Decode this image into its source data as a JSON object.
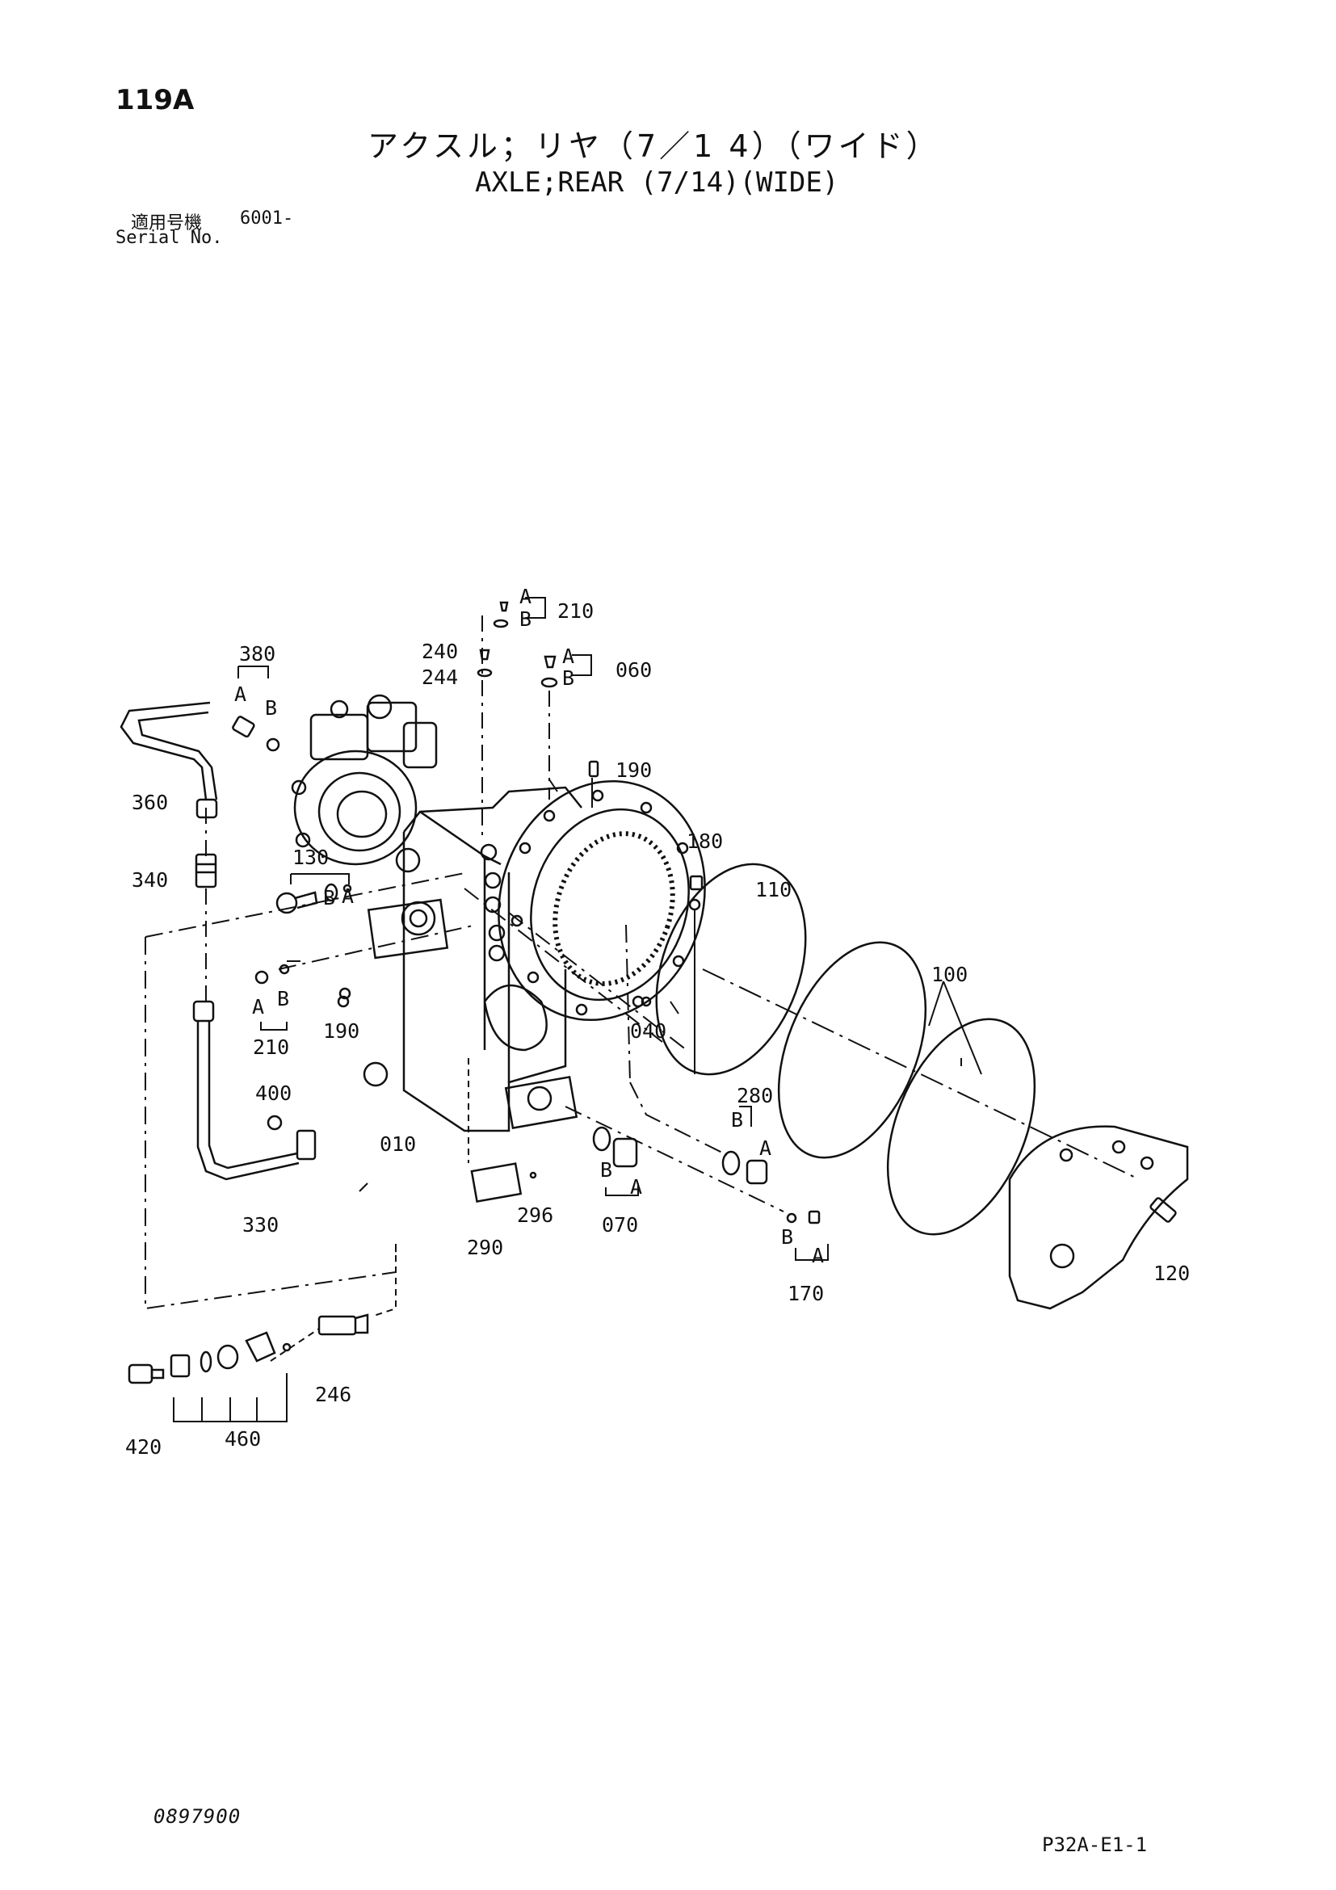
{
  "header": {
    "page_number": "119A",
    "title_jp": "アクスル；リヤ（7／1 4）（ワイド）",
    "title_en": "AXLE;REAR (7/14)(WIDE)",
    "serial_label_jp": "適用号機",
    "serial_value": "6001-",
    "serial_label_en": "Serial No."
  },
  "footer": {
    "doc_code": "0897900",
    "page_code": "P32A-E1-1"
  },
  "parts": {
    "p010": "010",
    "p040": "040",
    "p060": "060",
    "p070": "070",
    "p100": "100",
    "p110": "110",
    "p120": "120",
    "p130": "130",
    "p170": "170",
    "p180": "180",
    "p190a": "190",
    "p190b": "190",
    "p210a": "210",
    "p210b": "210",
    "p240": "240",
    "p244": "244",
    "p246": "246",
    "p280": "280",
    "p290": "290",
    "p296": "296",
    "p330": "330",
    "p340": "340",
    "p360": "360",
    "p380": "380",
    "p400": "400",
    "p420": "420",
    "p460": "460"
  },
  "sub_labels": {
    "a": "A",
    "b": "B"
  }
}
